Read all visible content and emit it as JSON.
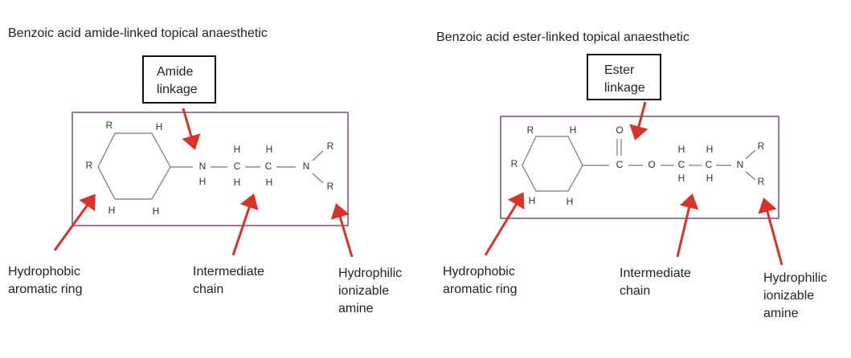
{
  "colors": {
    "arrow": "#d9322b",
    "frame": "#9a7a9a"
  },
  "left": {
    "title": "Benzoic acid amide-linked topical anaesthetic",
    "linkage": [
      "Amide",
      "linkage"
    ],
    "ring_labels": {
      "top_left": "R",
      "top_right": "H",
      "left": "R",
      "bottom_left": "H",
      "bottom_right": "H"
    },
    "atoms": {
      "n1": "N",
      "n1_h": "H",
      "c1": "C",
      "c1_h_top": "H",
      "c1_h_bottom": "H",
      "c2": "C",
      "c2_h_top": "H",
      "c2_h_bottom": "H",
      "n2": "N",
      "r_top": "R",
      "r_bottom": "R"
    },
    "labels": {
      "ring": [
        "Hydrophobic",
        "aromatic ring"
      ],
      "chain": [
        "Intermediate",
        "chain"
      ],
      "amine": [
        "Hydrophilic",
        "ionizable",
        "amine"
      ]
    }
  },
  "right": {
    "title": "Benzoic acid ester-linked topical anaesthetic",
    "linkage": [
      "Ester",
      "linkage"
    ],
    "ring_labels": {
      "top_left": "R",
      "top_right": "H",
      "left": "R",
      "bottom_left": "H",
      "bottom_right": "H"
    },
    "atoms": {
      "carbonyl_o": "O",
      "carbonyl_c": "C",
      "ester_o": "O",
      "c1": "C",
      "c1_h_top": "H",
      "c1_h_bottom": "H",
      "c2": "C",
      "c2_h_top": "H",
      "c2_h_bottom": "H",
      "n": "N",
      "r_top": "R",
      "r_bottom": "R"
    },
    "labels": {
      "ring": [
        "Hydrophobic",
        "aromatic ring"
      ],
      "chain": [
        "Intermediate",
        "chain"
      ],
      "amine": [
        "Hydrophilic",
        "ionizable",
        "amine"
      ]
    }
  }
}
